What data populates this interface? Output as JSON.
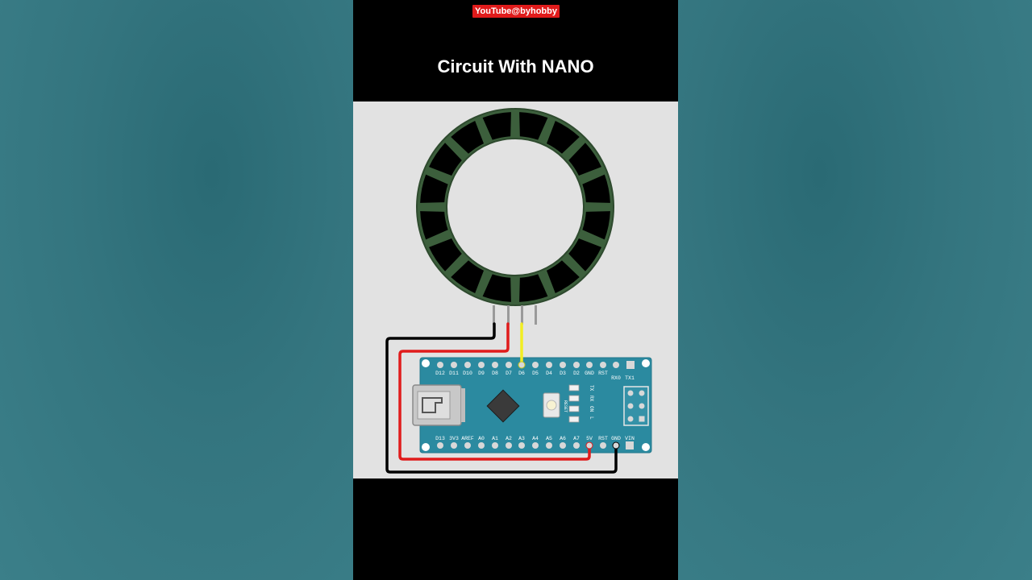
{
  "video": {
    "channel_badge": "YouTube@byhobby",
    "title": "Circuit With NANO"
  },
  "board": {
    "top_pins": [
      "D12",
      "D11",
      "D10",
      "D9",
      "D8",
      "D7",
      "D6",
      "D5",
      "D4",
      "D3",
      "D2",
      "GND",
      "RST",
      "RX0",
      "TX1"
    ],
    "bottom_pins": [
      "D13",
      "3V3",
      "AREF",
      "A0",
      "A1",
      "A2",
      "A3",
      "A4",
      "A5",
      "A6",
      "A7",
      "5V",
      "RST",
      "GND",
      "VIN"
    ],
    "led_labels": [
      "TX",
      "RX",
      "ON",
      "L"
    ],
    "reset_label": "RESET"
  },
  "colors": {
    "board": "#2b8aa0",
    "ring_outer": "#3c5f3c",
    "wire_gnd": "#000000",
    "wire_vcc": "#e01b1b",
    "wire_data": "#f2ee22",
    "badge": "#e01b1b"
  }
}
